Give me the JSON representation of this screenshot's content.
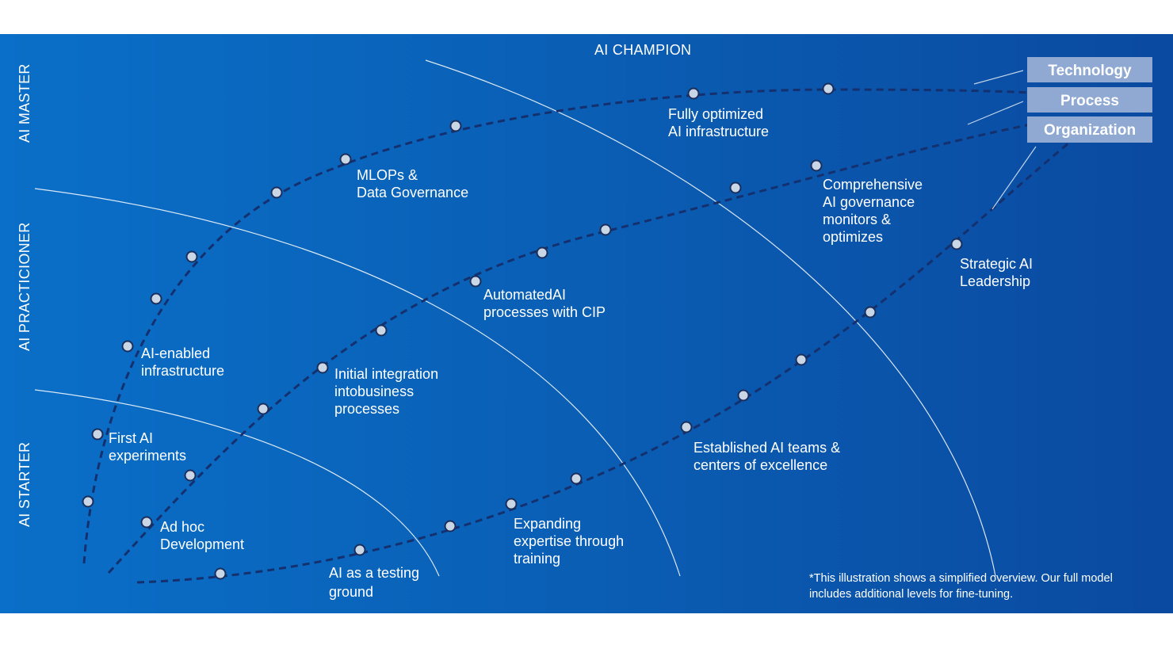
{
  "stages": {
    "starter": "AI STARTER",
    "practicioner": "AI PRACTICIONER",
    "master": "AI MASTER",
    "champion": "AI CHAMPION"
  },
  "legend": {
    "technology": "Technology",
    "process": "Process",
    "organization": "Organization"
  },
  "technology_labels": {
    "first_experiments": [
      "First AI",
      "experiments"
    ],
    "ai_enabled": [
      "AI-enabled",
      "infrastructure"
    ],
    "mlops": [
      "MLOPs &",
      "Data Governance"
    ],
    "fully_optimized": [
      "Fully optimized",
      "AI infrastructure"
    ]
  },
  "process_labels": {
    "ad_hoc": [
      "Ad hoc",
      "Development"
    ],
    "initial_integration": [
      "Initial integration",
      "intobusiness",
      "processes"
    ],
    "automated": [
      "AutomatedAI",
      "processes with CIP"
    ],
    "comprehensive": [
      "Comprehensive",
      "AI governance",
      "monitors &",
      "optimizes"
    ]
  },
  "organization_labels": {
    "testing_ground": [
      "AI as a testing",
      "ground"
    ],
    "expanding": [
      "Expanding",
      "expertise through",
      "training"
    ],
    "established": [
      "Established AI teams &",
      "centers of excellence"
    ],
    "strategic": [
      "Strategic AI",
      "Leadership"
    ]
  },
  "footnote": [
    "*This illustration shows a simplified overview. Our full model",
    "includes additional levels for fine-tuning."
  ],
  "colors": {
    "background_left": "#0a6fc8",
    "background_right": "#0a4aa0",
    "track": "#14306e",
    "dot_fill": "#c9d6e6",
    "legend_box": "#8fa9d3"
  }
}
